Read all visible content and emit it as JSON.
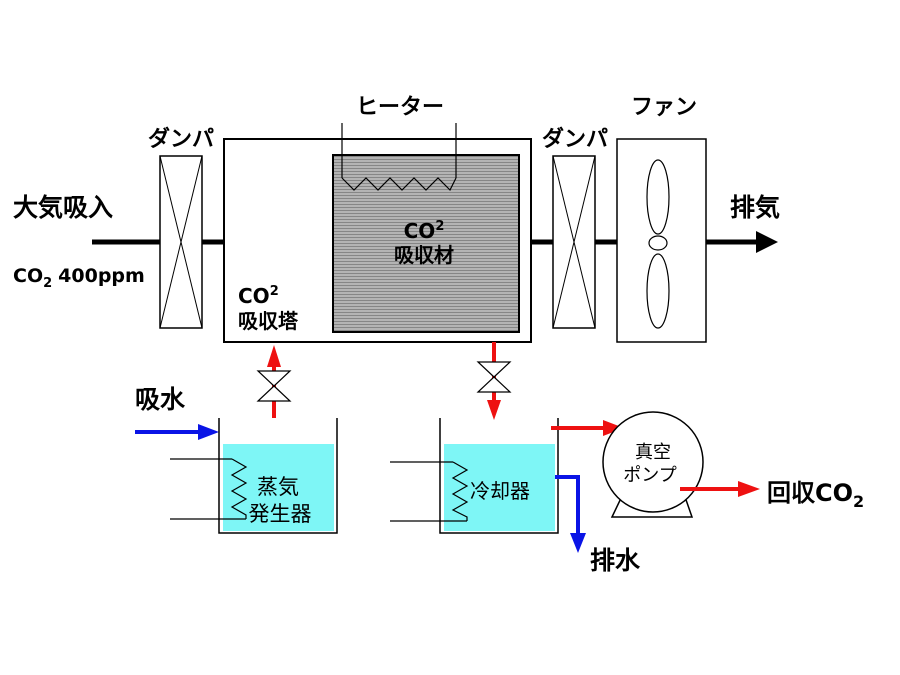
{
  "labels": {
    "damper_left": "ダンパ",
    "damper_right": "ダンパ",
    "heater": "ヒーター",
    "fan": "ファン",
    "air_intake": "大気吸入",
    "co2_concentration": "400ppm",
    "co2": "CO",
    "co2_sub": "2",
    "absorbent": "吸収材",
    "absorber_tower": "吸収塔",
    "exhaust": "排気",
    "water_intake": "吸水",
    "steam_generator_line1": "蒸気",
    "steam_generator_line2": "発生器",
    "cooler": "冷却器",
    "drain": "排水",
    "vacuum_pump_line1": "真空",
    "vacuum_pump_line2": "ポンプ",
    "recovered": "回収"
  },
  "colors": {
    "steam_flow": "#ee1111",
    "water_flow": "#0a14e6",
    "water": "#7ef6f6",
    "absorbent_fill": "#a6a6a6",
    "line": "#000000"
  }
}
